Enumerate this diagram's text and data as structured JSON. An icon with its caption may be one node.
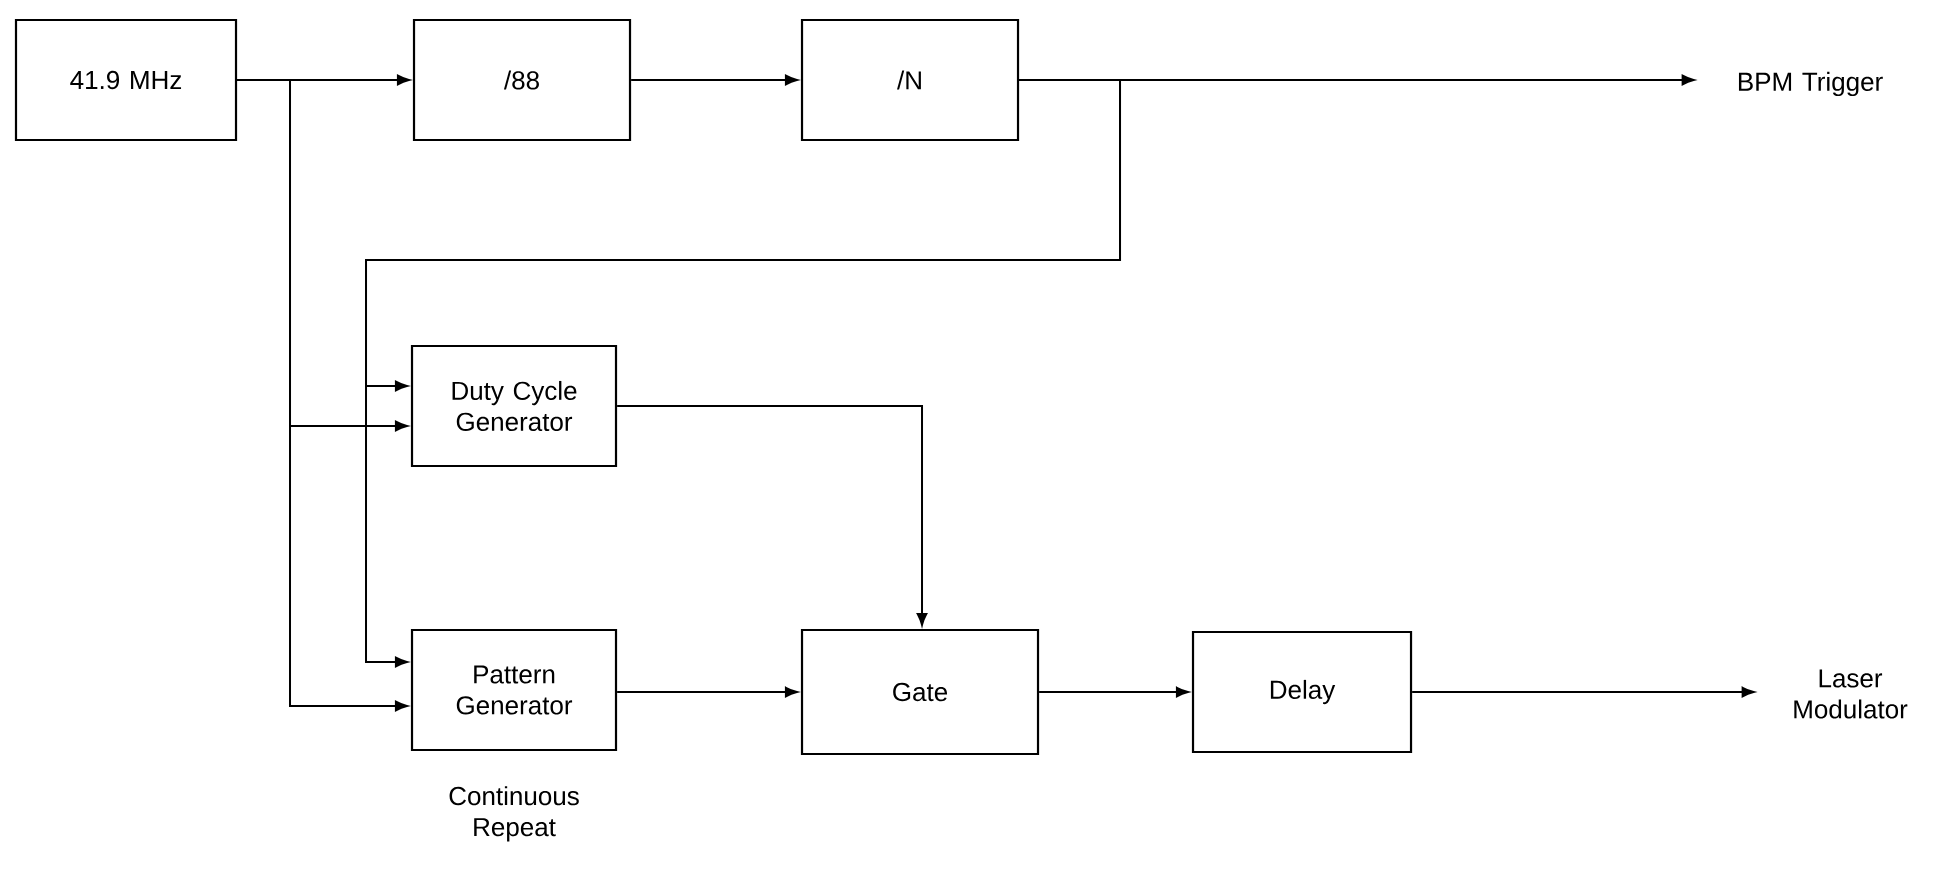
{
  "diagram": {
    "nodes": [
      {
        "text": [
          "41.9 MHz"
        ]
      },
      {
        "text": [
          "/88"
        ]
      },
      {
        "text": [
          "/N"
        ]
      },
      {
        "text": [
          "BPM Trigger"
        ]
      },
      {
        "text": [
          "Duty Cycle Generator"
        ]
      },
      {
        "text": [
          "Pattern Generator"
        ],
        "beside": [
          "Continuous Repeat"
        ]
      },
      {
        "text": [
          "Gate"
        ]
      },
      {
        "text": [
          "Delay"
        ]
      },
      {
        "text": [
          "Laser Modulator"
        ]
      }
    ],
    "edges": [
      {
        "from": 0,
        "to": 1,
        "arrow": "to"
      },
      {
        "from": 1,
        "to": 2,
        "arrow": "to"
      },
      {
        "from": 2,
        "to": 3,
        "arrow": "to"
      },
      {
        "from": 2,
        "to": 4,
        "arrow": "to"
      },
      {
        "from": 2,
        "to": 5,
        "arrow": "to"
      },
      {
        "from": 0,
        "to": 4,
        "arrow": "to"
      },
      {
        "from": 0,
        "to": 5,
        "arrow": "to"
      },
      {
        "from": 4,
        "to": 6,
        "arrow": "to"
      },
      {
        "from": 5,
        "to": 6,
        "arrow": "to"
      },
      {
        "from": 6,
        "to": 7,
        "arrow": "to"
      },
      {
        "from": 7,
        "to": 8,
        "arrow": "to"
      }
    ]
  }
}
